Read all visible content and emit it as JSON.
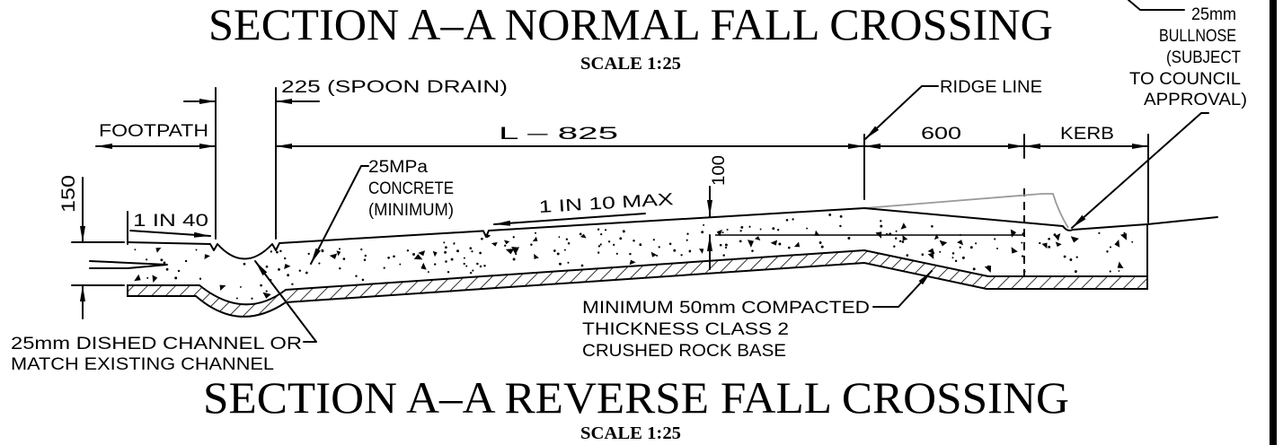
{
  "drawing": {
    "title_top": "SECTION A–A NORMAL FALL CROSSING",
    "scale_top": "SCALE 1:25",
    "title_bottom": "SECTION A–A REVERSE FALL CROSSING",
    "scale_bottom": "SCALE 1:25"
  },
  "dimensions": {
    "footpath": "FOOTPATH",
    "spoon_drain": "225 (SPOON DRAIN)",
    "crossing_length": "L – 825",
    "ridge_to_kerb": "600",
    "kerb": "KERB",
    "crossing_depth": "100",
    "footpath_depth": "150"
  },
  "annotations": {
    "bullnose": [
      "25mm",
      "BULLNOSE",
      "(SUBJECT",
      "TO COUNCIL",
      "APPROVAL)"
    ],
    "ridge_line": "RIDGE LINE",
    "concrete": [
      "25MPa",
      "CONCRETE",
      "(MINIMUM)"
    ],
    "footpath_fall": "1 IN 40",
    "crossing_fall": "1 IN 10 MAX",
    "base": [
      "MINIMUM 50mm COMPACTED",
      "THICKNESS CLASS 2",
      "CRUSHED ROCK BASE"
    ],
    "channel": [
      "25mm DISHED CHANNEL OR",
      "MATCH EXISTING CHANNEL"
    ]
  },
  "colors": {
    "linework": "#000000",
    "existing_kerb": "#9a9a9a",
    "background": "#ffffff"
  }
}
